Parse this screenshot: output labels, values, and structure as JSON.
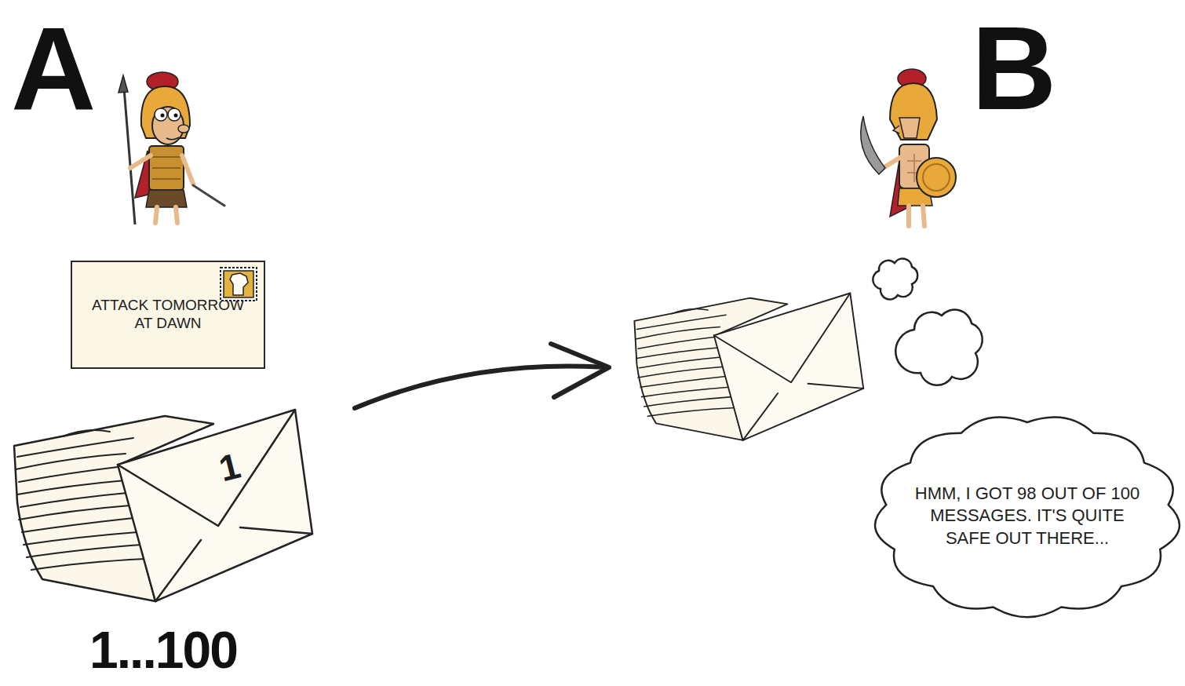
{
  "diagram": {
    "nodes": [
      {
        "text": [
          "ATTACK TOMORROW AT DAWN"
        ]
      },
      {
        "text": [
          "1"
        ]
      },
      {
        "text": [
          "HMM, I GOT 98 OUT OF 100 MESSAGES. IT'S QUITE SAFE OUT THERE..."
        ]
      }
    ],
    "labels": [
      "A",
      "B",
      "1...100"
    ]
  }
}
